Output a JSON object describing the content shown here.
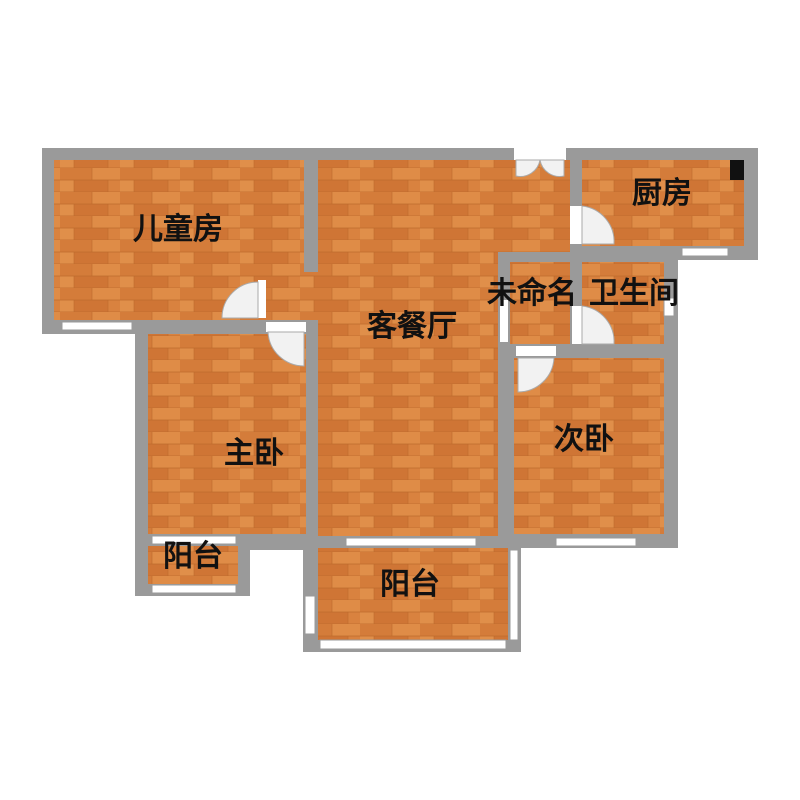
{
  "colors": {
    "wall": "#9a9a9a",
    "floor_base": "#d9823f",
    "floor_dark": "#bd6a2c",
    "floor_light": "#e59a55",
    "window": "#ffffff",
    "door_swing": "#f2f2f2",
    "background": "#ffffff",
    "fixture": "#111111"
  },
  "rooms": [
    {
      "id": "childrens-room",
      "label": "儿童房"
    },
    {
      "id": "living-dining",
      "label": "客餐厅"
    },
    {
      "id": "kitchen",
      "label": "厨房"
    },
    {
      "id": "unnamed",
      "label": "未命名"
    },
    {
      "id": "bathroom",
      "label": "卫生间"
    },
    {
      "id": "master-bedroom",
      "label": "主卧"
    },
    {
      "id": "second-bedroom",
      "label": "次卧"
    },
    {
      "id": "balcony-small",
      "label": "阳台"
    },
    {
      "id": "balcony-main",
      "label": "阳台"
    }
  ]
}
